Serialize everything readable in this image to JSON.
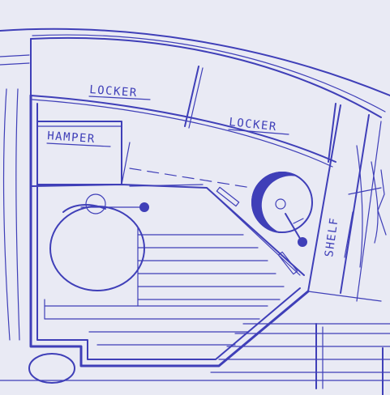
{
  "colors": {
    "ink": "#3f3fb8",
    "paper": "#e9eaf4"
  },
  "labels": {
    "locker_left": "LOCKER",
    "locker_right": "LOCKER",
    "hamper": "HAMPER",
    "shelf": "SHELF"
  }
}
